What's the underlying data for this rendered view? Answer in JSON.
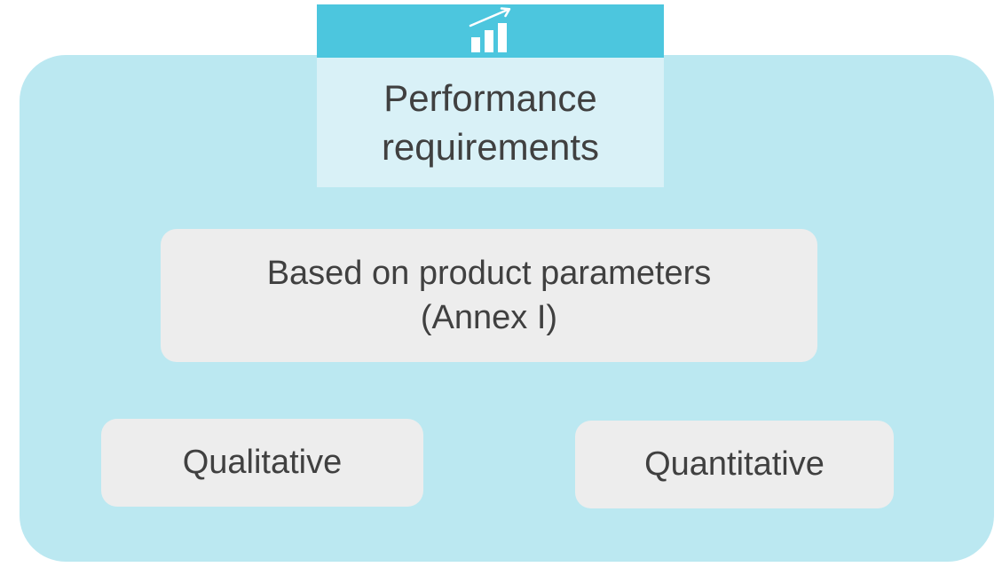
{
  "colors": {
    "panel": "#bbe8f1",
    "header_bar": "#4cc6de",
    "header_box": "#d9f1f7",
    "box": "#ededed",
    "text": "#404040",
    "icon": "#ffffff"
  },
  "header": {
    "icon": "bar-chart-trend-icon",
    "title": "Performance\nrequirements"
  },
  "boxes": {
    "main": "Based on product parameters\n(Annex I)",
    "left": "Qualitative",
    "right": "Quantitative"
  }
}
